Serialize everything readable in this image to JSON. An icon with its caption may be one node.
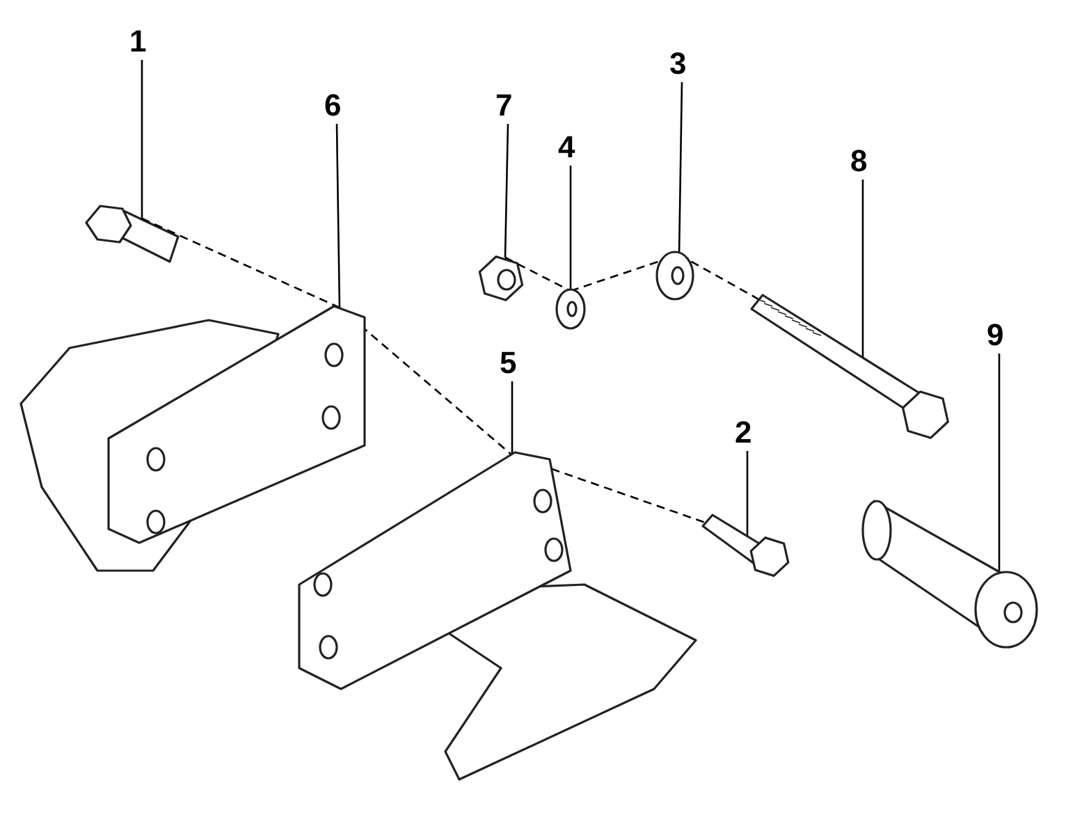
{
  "diagram": {
    "nodes": [
      {
        "text": [
          "1"
        ]
      },
      {
        "text": [
          "3"
        ]
      },
      {
        "text": [
          "7"
        ]
      },
      {
        "text": [
          "6"
        ]
      },
      {
        "text": [
          "4"
        ]
      },
      {
        "text": [
          "8"
        ]
      },
      {
        "text": [
          "9"
        ]
      },
      {
        "text": [
          "5"
        ]
      },
      {
        "text": [
          "2"
        ]
      },
      {
        "text": [],
        "shape": "picture"
      },
      {
        "text": [],
        "shape": "picture"
      },
      {
        "text": [],
        "shape": "picture"
      },
      {
        "text": [],
        "shape": "picture"
      },
      {
        "text": [],
        "shape": "picture"
      },
      {
        "text": [],
        "shape": "picture"
      },
      {
        "text": [],
        "shape": "picture"
      },
      {
        "text": [],
        "shape": "picture"
      },
      {
        "text": [],
        "shape": "picture"
      }
    ],
    "edges": [
      {
        "from": 0,
        "to": 9,
        "arrow": "none"
      },
      {
        "from": 1,
        "to": 10,
        "arrow": "none"
      },
      {
        "from": 2,
        "to": 11,
        "arrow": "none"
      },
      {
        "from": 3,
        "to": 12,
        "arrow": "none"
      },
      {
        "from": 4,
        "to": 13,
        "arrow": "none"
      },
      {
        "from": 5,
        "to": 14,
        "arrow": "none"
      },
      {
        "from": 6,
        "to": 15,
        "arrow": "none"
      },
      {
        "from": 7,
        "to": 16,
        "arrow": "none"
      },
      {
        "from": 8,
        "to": 17,
        "arrow": "none"
      },
      {
        "from": 9,
        "to": 12,
        "arrow": "none",
        "style": "dashed"
      },
      {
        "from": 12,
        "to": 16,
        "arrow": "none",
        "style": "dashed"
      },
      {
        "from": 16,
        "to": 17,
        "arrow": "none",
        "style": "dashed"
      },
      {
        "from": 11,
        "to": 13,
        "arrow": "none",
        "style": "dashed"
      },
      {
        "from": 13,
        "to": 10,
        "arrow": "none",
        "style": "dashed"
      },
      {
        "from": 10,
        "to": 14,
        "arrow": "none",
        "style": "dashed"
      }
    ]
  }
}
